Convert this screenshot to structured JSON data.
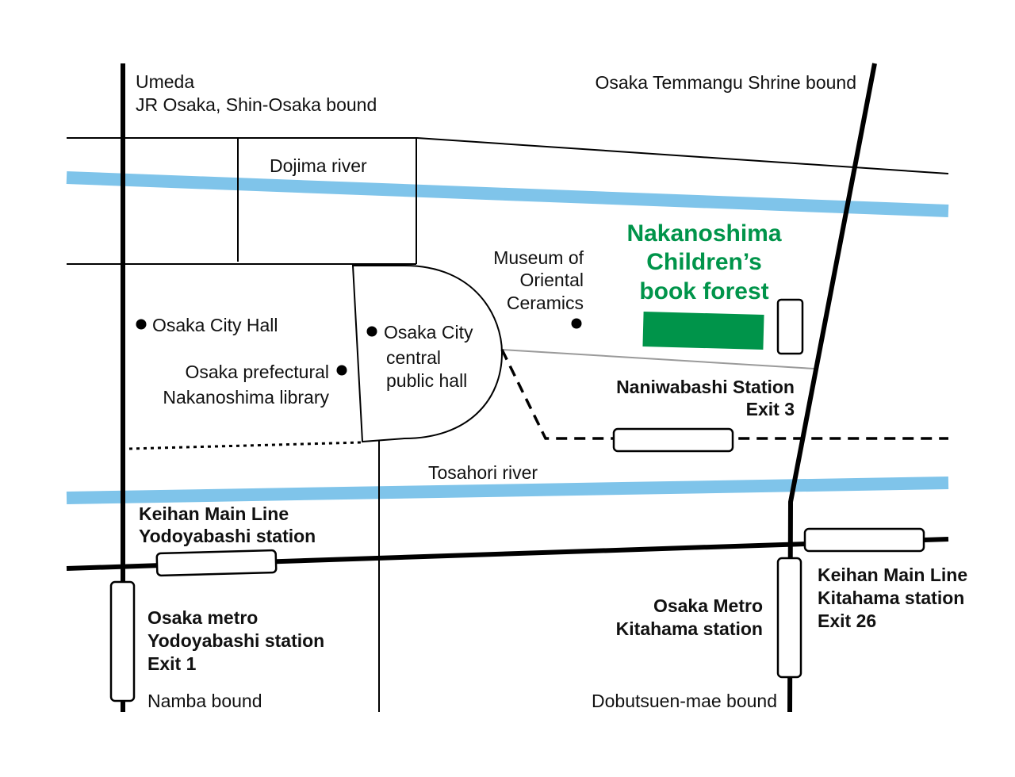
{
  "labels": {
    "umeda_line1": "Umeda",
    "umeda_line2": "JR Osaka, Shin-Osaka bound",
    "temmangu": "Osaka Temmangu Shrine bound",
    "dojima": "Dojima river",
    "museum_line1": "Museum of",
    "museum_line2": "Oriental",
    "museum_line3": "Ceramics",
    "target_line1": "Nakanoshima",
    "target_line2": "Children’s",
    "target_line3": "book forest",
    "city_hall": "Osaka City Hall",
    "library_line1": "Osaka prefectural",
    "library_line2": "Nakanoshima library",
    "public_hall_line1": "Osaka City",
    "public_hall_line2": "central",
    "public_hall_line3": "public hall",
    "naniwabashi_line1": "Naniwabashi Station",
    "naniwabashi_line2": "Exit 3",
    "tosahori": "Tosahori river",
    "keihan_yodoyabashi_line1": "Keihan Main Line",
    "keihan_yodoyabashi_line2": "Yodoyabashi station",
    "metro_yodoyabashi_line1": "Osaka metro",
    "metro_yodoyabashi_line2": "Yodoyabashi station",
    "metro_yodoyabashi_line3": "Exit 1",
    "metro_kitahama_line1": "Osaka Metro",
    "metro_kitahama_line2": "Kitahama station",
    "keihan_kitahama_line1": "Keihan Main Line",
    "keihan_kitahama_line2": "Kitahama station",
    "keihan_kitahama_line3": "Exit 26",
    "namba": "Namba bound",
    "dobutsuen": "Dobutsuen-mae bound"
  },
  "colors": {
    "river": "#7fc4ea",
    "highlight": "#00944a",
    "line": "#000000"
  }
}
